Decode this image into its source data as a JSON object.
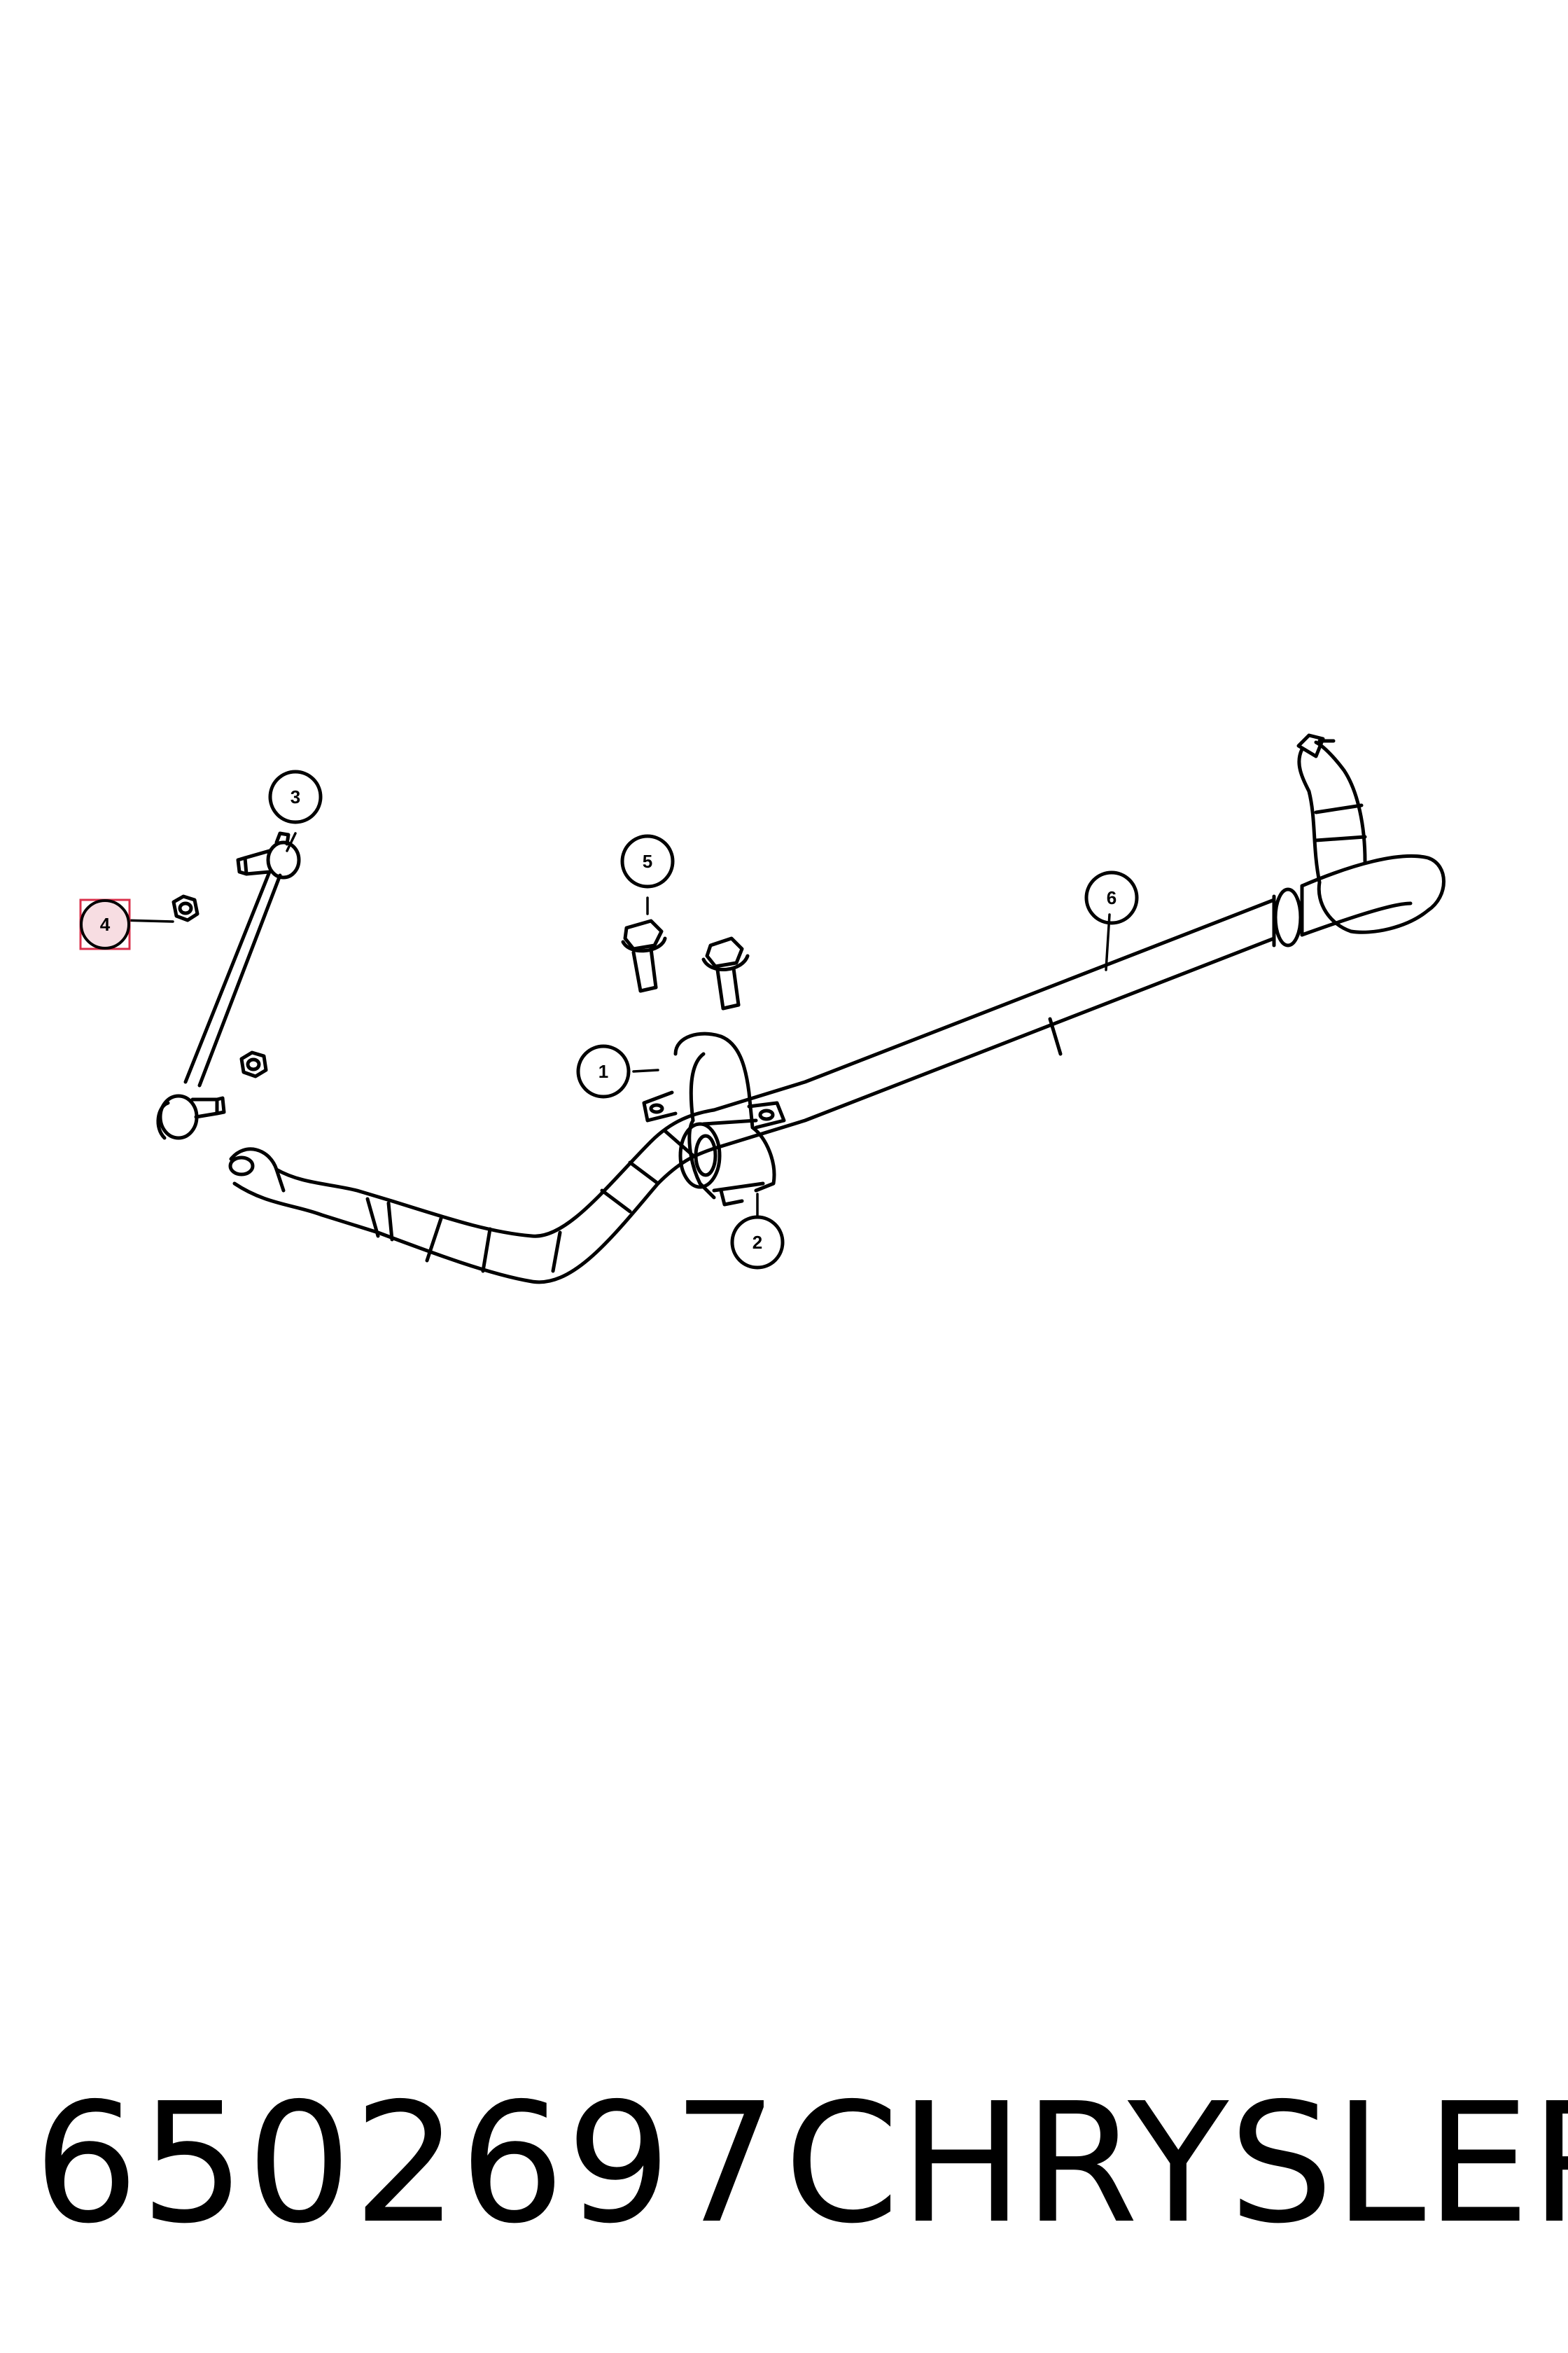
{
  "diagram": {
    "callouts": [
      {
        "id": "1",
        "label": "1"
      },
      {
        "id": "2",
        "label": "2"
      },
      {
        "id": "3",
        "label": "3"
      },
      {
        "id": "4",
        "label": "4",
        "highlighted": true
      },
      {
        "id": "5",
        "label": "5"
      },
      {
        "id": "6",
        "label": "6"
      }
    ],
    "highlight_color": "#d9304b",
    "highlight_fill": "#f7dde2",
    "line_color": "#000000"
  },
  "footer": {
    "part_number": "6502697",
    "brand": "CHRYSLER"
  }
}
